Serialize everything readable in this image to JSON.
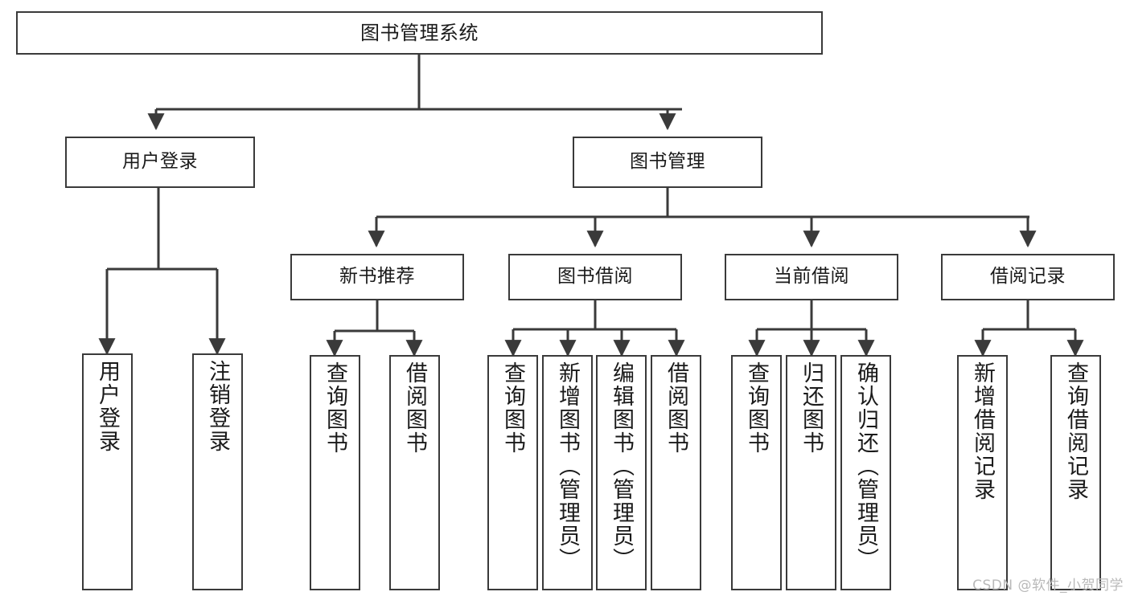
{
  "diagram": {
    "title": "图书管理系统",
    "type": "tree-hierarchy-chart",
    "watermark": "CSDN @软件_小贺同学",
    "colors": {
      "stroke": "#3a3a3a",
      "fill": "#ffffff",
      "text": "#1a1a1a",
      "watermark": "#b9b9b9"
    },
    "nodes": {
      "root": {
        "label": "图书管理系统"
      },
      "level2": [
        {
          "id": "user-login",
          "label": "用户登录"
        },
        {
          "id": "book-manage",
          "label": "图书管理"
        }
      ],
      "level3": [
        {
          "id": "new-book-rec",
          "label": "新书推荐"
        },
        {
          "id": "book-borrow",
          "label": "图书借阅"
        },
        {
          "id": "current-borrow",
          "label": "当前借阅"
        },
        {
          "id": "borrow-record",
          "label": "借阅记录"
        }
      ],
      "leaves": {
        "user-login": [
          {
            "id": "leaf-user-login",
            "label": "用户登录"
          },
          {
            "id": "leaf-user-logout",
            "label": "注销登录"
          }
        ],
        "new-book-rec": [
          {
            "id": "leaf-query-book-1",
            "label": "查询图书"
          },
          {
            "id": "leaf-borrow-book-1",
            "label": "借阅图书"
          }
        ],
        "book-borrow": [
          {
            "id": "leaf-query-book-2",
            "label": "查询图书"
          },
          {
            "id": "leaf-add-book",
            "label": "新增图书（管理员）"
          },
          {
            "id": "leaf-edit-book",
            "label": "编辑图书（管理员）"
          },
          {
            "id": "leaf-borrow-book-2",
            "label": "借阅图书"
          }
        ],
        "current-borrow": [
          {
            "id": "leaf-query-book-3",
            "label": "查询图书"
          },
          {
            "id": "leaf-return-book",
            "label": "归还图书"
          },
          {
            "id": "leaf-confirm-return",
            "label": "确认归还（管理员）"
          }
        ],
        "borrow-record": [
          {
            "id": "leaf-add-record",
            "label": "新增借阅记录"
          },
          {
            "id": "leaf-query-record",
            "label": "查询借阅记录"
          }
        ]
      }
    }
  }
}
